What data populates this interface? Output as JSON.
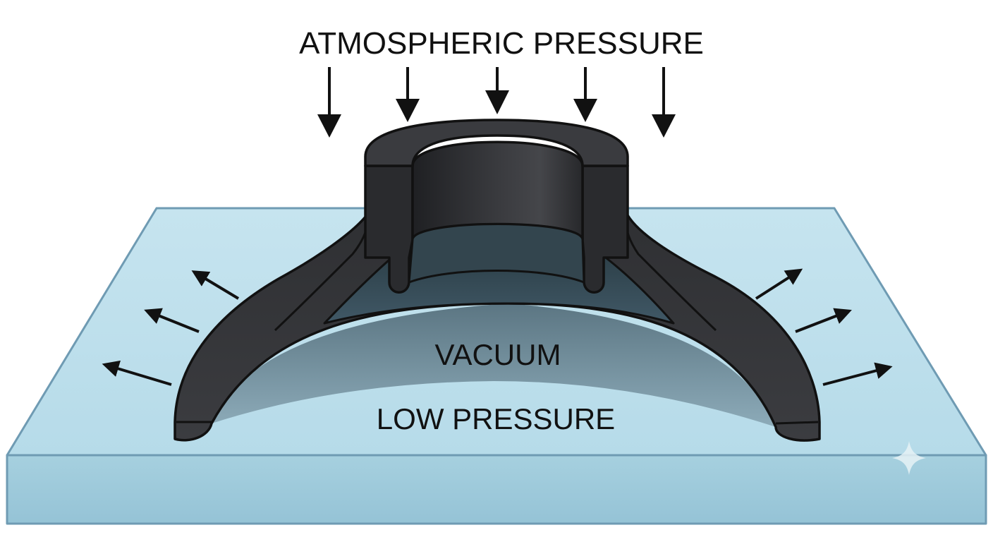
{
  "labels": {
    "top": "ATMOSPHERIC PRESSURE",
    "vacuum": "VACUUM",
    "low_pressure": "LOW PRESSURE"
  },
  "colors": {
    "surface_top": "#bfe0ec",
    "surface_front": "#9ecadb",
    "surface_edge": "#6f9bb3",
    "cup_dark": "#2c2d30",
    "cup_mid": "#3a3b3f",
    "vacuum_shade": "#6f8d9c",
    "outline": "#111111",
    "arrow": "#111111"
  },
  "icons": {
    "pressure_arrow": "arrow-down-icon",
    "spread_arrow": "arrow-outward-icon",
    "watermark": "sparkle-icon"
  }
}
